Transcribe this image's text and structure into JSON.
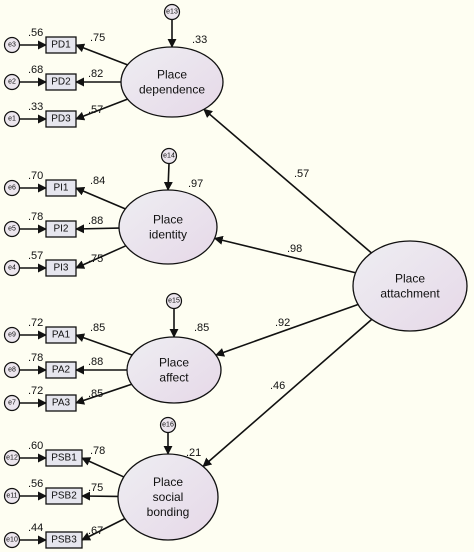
{
  "latents": [
    {
      "id": "dep",
      "lines": [
        "Place",
        "dependence"
      ],
      "residual_label": ".33"
    },
    {
      "id": "ide",
      "lines": [
        "Place",
        "identity"
      ],
      "residual_label": ".97"
    },
    {
      "id": "aff",
      "lines": [
        "Place",
        "affect"
      ],
      "residual_label": ".85"
    },
    {
      "id": "soc",
      "lines": [
        "Place",
        "social",
        "bonding"
      ],
      "residual_label": ".21"
    },
    {
      "id": "att",
      "lines": [
        "Place",
        "attachment"
      ]
    }
  ],
  "disturbances": [
    "e13",
    "e14",
    "e15",
    "e16"
  ],
  "structural_paths": [
    {
      "from": "att",
      "to": "dep",
      "value": ".57"
    },
    {
      "from": "att",
      "to": "ide",
      "value": ".98"
    },
    {
      "from": "att",
      "to": "aff",
      "value": ".92"
    },
    {
      "from": "att",
      "to": "soc",
      "value": ".46"
    }
  ],
  "indicators": [
    {
      "latent": "dep",
      "name": "PD1",
      "error": "e3",
      "r2": ".56",
      "loading": ".75"
    },
    {
      "latent": "dep",
      "name": "PD2",
      "error": "e2",
      "r2": ".68",
      "loading": ".82"
    },
    {
      "latent": "dep",
      "name": "PD3",
      "error": "e1",
      "r2": ".33",
      "loading": ".57"
    },
    {
      "latent": "ide",
      "name": "PI1",
      "error": "e6",
      "r2": ".70",
      "loading": ".84"
    },
    {
      "latent": "ide",
      "name": "PI2",
      "error": "e5",
      "r2": ".78",
      "loading": ".88"
    },
    {
      "latent": "ide",
      "name": "PI3",
      "error": "e4",
      "r2": ".57",
      "loading": ".75"
    },
    {
      "latent": "aff",
      "name": "PA1",
      "error": "e9",
      "r2": ".72",
      "loading": ".85"
    },
    {
      "latent": "aff",
      "name": "PA2",
      "error": "e8",
      "r2": ".78",
      "loading": ".88"
    },
    {
      "latent": "aff",
      "name": "PA3",
      "error": "e7",
      "r2": ".72",
      "loading": ".85"
    },
    {
      "latent": "soc",
      "name": "PSB1",
      "error": "e12",
      "r2": ".60",
      "loading": ".78"
    },
    {
      "latent": "soc",
      "name": "PSB2",
      "error": "e11",
      "r2": ".56",
      "loading": ".75"
    },
    {
      "latent": "soc",
      "name": "PSB3",
      "error": "e10",
      "r2": ".44",
      "loading": ".67"
    }
  ]
}
